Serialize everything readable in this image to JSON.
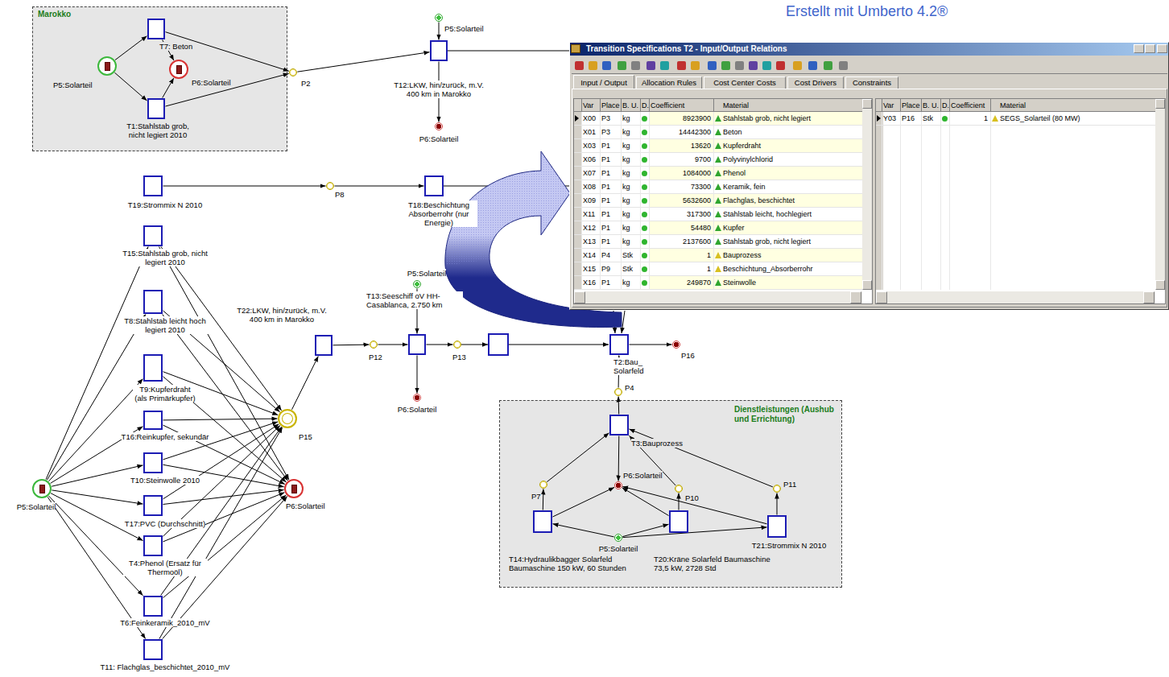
{
  "diagram": {
    "nodes": [
      {
        "text": [
          "Marokko"
        ]
      },
      {
        "text": [
          "P5:Solarteil"
        ],
        "in": 0
      },
      {
        "text": [
          "T7: Beton"
        ],
        "in": 0
      },
      {
        "text": [
          "P6:Solarteil"
        ],
        "in": 0
      },
      {
        "text": [
          "T1:Stahlstab grob, nicht legiert 2010"
        ],
        "in": 0
      },
      {
        "text": [
          "P2"
        ]
      },
      {
        "text": [
          "P5:Solarteil"
        ]
      },
      {
        "text": [
          "T12:LKW, hin/zurück, m.V. 400 km in Marokko"
        ]
      },
      {
        "text": [
          "P6:Solarteil"
        ]
      },
      {
        "text": [
          "Transition Specifications T2 - Input/Output Relations"
        ]
      },
      {
        "text": [
          "T19:Strommix N 2010"
        ]
      },
      {
        "text": [
          "P8"
        ]
      },
      {
        "text": [
          "T18:Beschichtung Absorberrohr (nur Energie)"
        ]
      },
      {
        "text": [
          "T15:Stahlstab grob, nicht legiert 2010"
        ]
      },
      {
        "text": [
          "T8:Stahlstab leicht hoch legiert 2010"
        ]
      },
      {
        "text": [
          "T9:Kupferdraht (als Primärkupfer)"
        ]
      },
      {
        "text": [
          "T16:Reinkupfer, sekundär"
        ]
      },
      {
        "text": [
          "T10:Steinwolle 2010"
        ]
      },
      {
        "text": [
          "T17:PVC (Durchschnitt)"
        ]
      },
      {
        "text": [
          "T4:Phenol (Ersatz für Thermoöl)"
        ]
      },
      {
        "text": [
          "T6:Feinkeramik_2010_mV"
        ]
      },
      {
        "text": [
          "T11: Flachglas_beschichtet_2010_mV"
        ]
      },
      {
        "text": [
          "P5:Solarteil"
        ]
      },
      {
        "text": [
          "P15"
        ]
      },
      {
        "text": [
          "P6:Solarteil"
        ]
      },
      {
        "text": [
          "T22:LKW, hin/zurück, m.V. 400 km in Marokko"
        ]
      },
      {
        "text": [
          "P12"
        ]
      },
      {
        "text": [
          "P5:Solarteil"
        ]
      },
      {
        "text": [
          "T13:Seeschiff oV HH-Casablanca, 2.750 km"
        ]
      },
      {
        "text": [
          "P6:Solarteil"
        ]
      },
      {
        "text": [
          "P13"
        ]
      },
      {
        "text": [
          "T2:Bau_ Solarfeld"
        ]
      },
      {
        "text": [
          "P16"
        ]
      },
      {
        "text": [
          "Dienstleistungen (Aushub und Errichtung)"
        ]
      },
      {
        "text": [
          "P4"
        ]
      },
      {
        "text": [
          "T3:Bauprozess"
        ],
        "in": 33
      },
      {
        "text": [
          "P6:Solarteil"
        ],
        "in": 33
      },
      {
        "text": [
          "P7"
        ],
        "in": 33
      },
      {
        "text": [
          "P10"
        ],
        "in": 33
      },
      {
        "text": [
          "P11"
        ],
        "in": 33
      },
      {
        "text": [
          "P5:Solarteil"
        ],
        "in": 33
      },
      {
        "text": [
          "T14:Hydraulikbagger Solarfeld Baumaschine 150 kW, 60 Stunden"
        ],
        "in": 33
      },
      {
        "text": [
          "T20:Kräne Solarfeld Baumaschine 73,5 kW, 2728 Std"
        ],
        "in": 33
      },
      {
        "text": [
          "T21:Strommix N 2010"
        ],
        "in": 33
      }
    ],
    "edges": [
      {
        "from": 1,
        "to": 2,
        "arrow": "to"
      },
      {
        "from": 1,
        "to": 4,
        "arrow": "to"
      },
      {
        "from": 2,
        "to": 3,
        "arrow": "to"
      },
      {
        "from": 4,
        "to": 3,
        "arrow": "to"
      },
      {
        "from": 2,
        "to": 5,
        "arrow": "to"
      },
      {
        "from": 4,
        "to": 5,
        "arrow": "to"
      },
      {
        "from": 5,
        "to": 7,
        "arrow": "to"
      },
      {
        "from": 6,
        "to": 7,
        "arrow": "to"
      },
      {
        "from": 7,
        "to": 8,
        "arrow": "to"
      },
      {
        "from": 10,
        "to": 11,
        "arrow": "to"
      },
      {
        "from": 11,
        "to": 12,
        "arrow": "to"
      },
      {
        "from": 22,
        "to": 13,
        "arrow": "to"
      },
      {
        "from": 22,
        "to": 14,
        "arrow": "to"
      },
      {
        "from": 22,
        "to": 15,
        "arrow": "to"
      },
      {
        "from": 22,
        "to": 16,
        "arrow": "to"
      },
      {
        "from": 22,
        "to": 17,
        "arrow": "to"
      },
      {
        "from": 22,
        "to": 18,
        "arrow": "to"
      },
      {
        "from": 22,
        "to": 19,
        "arrow": "to"
      },
      {
        "from": 22,
        "to": 20,
        "arrow": "to"
      },
      {
        "from": 22,
        "to": 21,
        "arrow": "to"
      },
      {
        "from": 13,
        "to": 23,
        "arrow": "to"
      },
      {
        "from": 14,
        "to": 23,
        "arrow": "to"
      },
      {
        "from": 15,
        "to": 23,
        "arrow": "to"
      },
      {
        "from": 16,
        "to": 23,
        "arrow": "to"
      },
      {
        "from": 17,
        "to": 23,
        "arrow": "to"
      },
      {
        "from": 18,
        "to": 23,
        "arrow": "to"
      },
      {
        "from": 19,
        "to": 23,
        "arrow": "to"
      },
      {
        "from": 20,
        "to": 23,
        "arrow": "to"
      },
      {
        "from": 21,
        "to": 23,
        "arrow": "to"
      },
      {
        "from": 13,
        "to": 24,
        "arrow": "to"
      },
      {
        "from": 14,
        "to": 24,
        "arrow": "to"
      },
      {
        "from": 15,
        "to": 24,
        "arrow": "to"
      },
      {
        "from": 16,
        "to": 24,
        "arrow": "to"
      },
      {
        "from": 17,
        "to": 24,
        "arrow": "to"
      },
      {
        "from": 18,
        "to": 24,
        "arrow": "to"
      },
      {
        "from": 19,
        "to": 24,
        "arrow": "to"
      },
      {
        "from": 20,
        "to": 24,
        "arrow": "to"
      },
      {
        "from": 21,
        "to": 24,
        "arrow": "to"
      },
      {
        "from": 23,
        "to": 25,
        "arrow": "to"
      },
      {
        "from": 25,
        "to": 26,
        "arrow": "to"
      },
      {
        "from": 26,
        "to": 28,
        "arrow": "to"
      },
      {
        "from": 27,
        "to": 28,
        "arrow": "to"
      },
      {
        "from": 28,
        "to": 29,
        "arrow": "to"
      },
      {
        "from": 28,
        "to": 30,
        "arrow": "to"
      },
      {
        "from": 34,
        "to": 31,
        "arrow": "to"
      },
      {
        "from": 31,
        "to": 32,
        "arrow": "to"
      },
      {
        "from": 35,
        "to": 34,
        "arrow": "to"
      },
      {
        "from": 35,
        "to": 36,
        "arrow": "to"
      },
      {
        "from": 37,
        "to": 35,
        "arrow": "to"
      },
      {
        "from": 38,
        "to": 35,
        "arrow": "to"
      },
      {
        "from": 39,
        "to": 35,
        "arrow": "to"
      },
      {
        "from": 41,
        "to": 37,
        "arrow": "to"
      },
      {
        "from": 42,
        "to": 38,
        "arrow": "to"
      },
      {
        "from": 43,
        "to": 39,
        "arrow": "to"
      },
      {
        "from": 41,
        "to": 36,
        "arrow": "to"
      },
      {
        "from": 42,
        "to": 36,
        "arrow": "to"
      },
      {
        "from": 43,
        "to": 36,
        "arrow": "to"
      },
      {
        "from": 40,
        "to": 41,
        "arrow": "to"
      },
      {
        "from": 40,
        "to": 42,
        "arrow": "to"
      },
      {
        "from": 40,
        "to": 43,
        "arrow": "to"
      }
    ],
    "labels": [
      "Erstellt mit Umberto 4.2®",
      "Input / Output",
      "Allocation Rules",
      "Cost Center Costs",
      "Cost Drivers",
      "Constraints",
      "Var",
      "Place",
      "B. U.",
      "D.",
      "Coefficient",
      "Material",
      "X00",
      "P3",
      "kg",
      "8923900",
      "Stahlstab grob, nicht legiert",
      "X01",
      "P3",
      "kg",
      "14442300",
      "Beton",
      "X03",
      "P1",
      "kg",
      "13620",
      "Kupferdraht",
      "X06",
      "P1",
      "kg",
      "9700",
      "Polyvinylchlorid",
      "X07",
      "P1",
      "kg",
      "1084000",
      "Phenol",
      "X08",
      "P1",
      "kg",
      "73300",
      "Keramik, fein",
      "X09",
      "P1",
      "kg",
      "5632600",
      "Flachglas, beschichtet",
      "X11",
      "P1",
      "kg",
      "317300",
      "Stahlstab leicht, hochlegiert",
      "X12",
      "P1",
      "kg",
      "54480",
      "Kupfer",
      "X13",
      "P1",
      "kg",
      "2137600",
      "Stahlstab grob, nicht legiert",
      "X14",
      "P4",
      "Stk",
      "1",
      "Bauprozess",
      "X15",
      "P9",
      "Stk",
      "1",
      "Beschichtung_Absorberrohr",
      "X16",
      "P1",
      "kg",
      "249870",
      "Steinwolle",
      "Var",
      "Place",
      "B. U.",
      "D.",
      "Coefficient",
      "Material",
      "Y03",
      "P16",
      "Stk",
      "1",
      "SEGS_Solarteil (80 MW)"
    ]
  }
}
